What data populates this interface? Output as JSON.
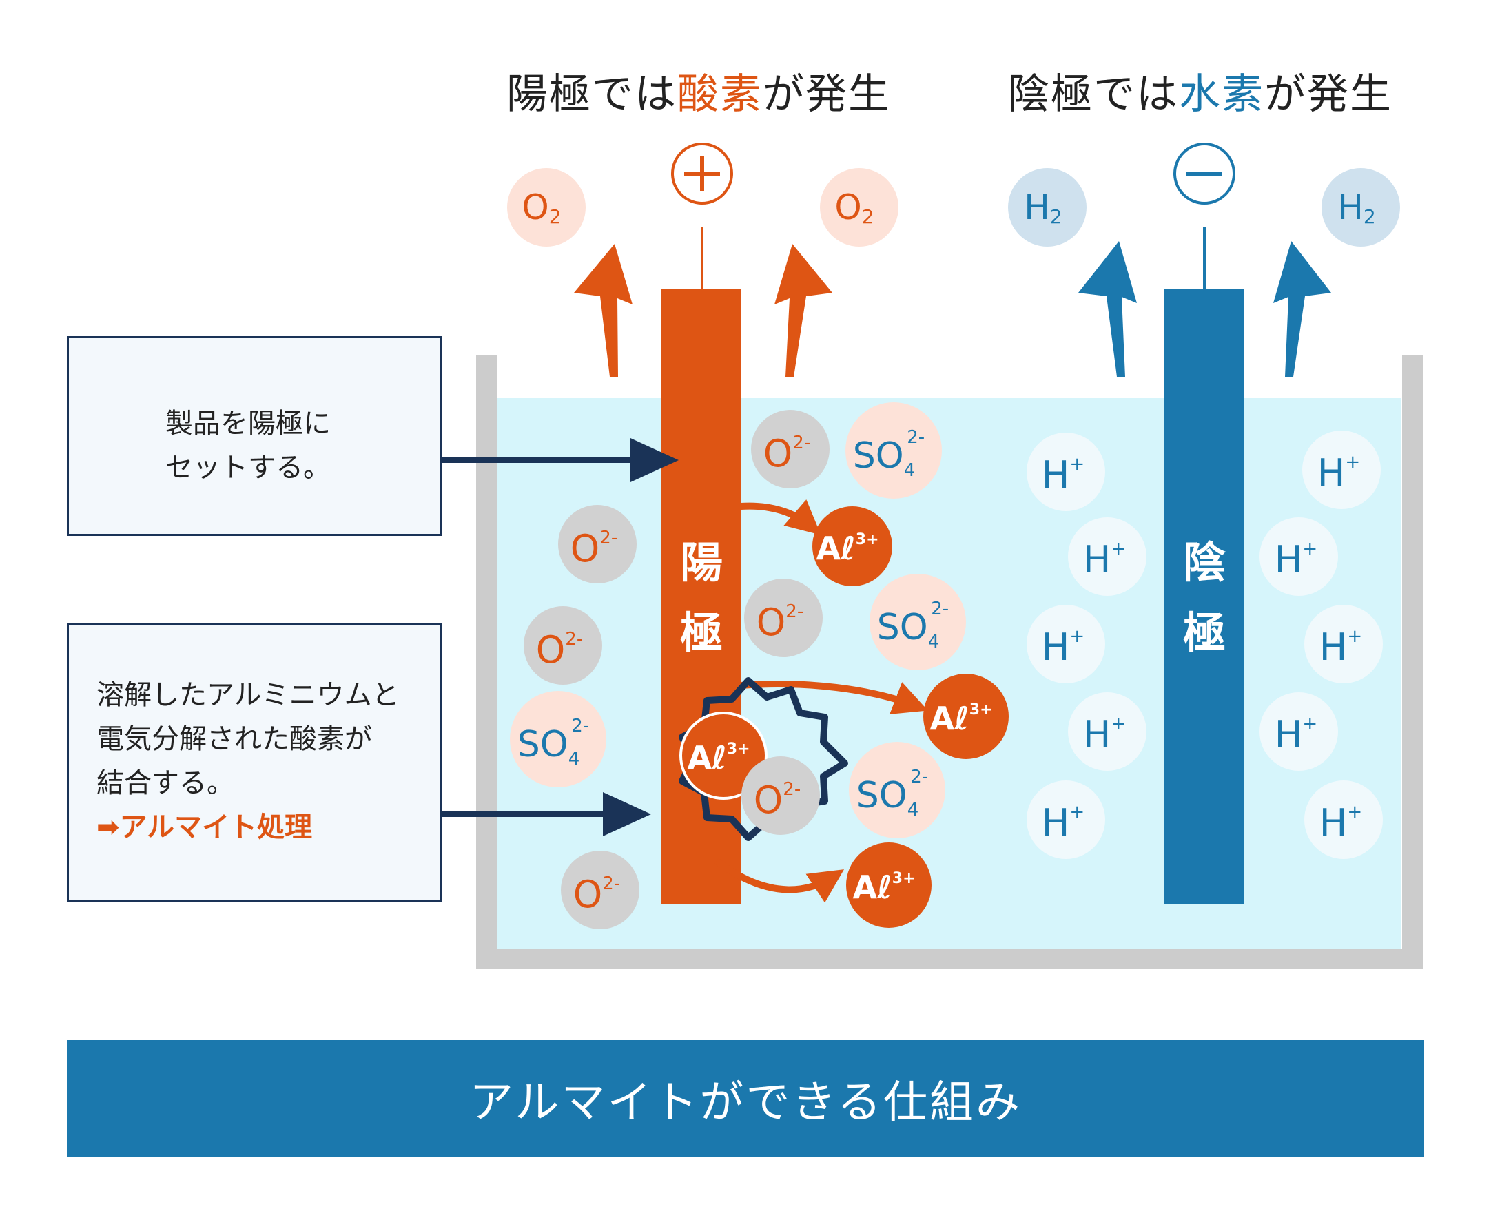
{
  "headlines": {
    "anode": {
      "prefix": "陽極では",
      "emphasis": "酸素",
      "suffix": "が発生"
    },
    "cathode": {
      "prefix": "陰極では",
      "emphasis": "水素",
      "suffix": "が発生"
    }
  },
  "electrodes": {
    "anode": {
      "sign": "+",
      "label_line1": "陽",
      "label_line2": "極"
    },
    "cathode": {
      "sign": "−",
      "label_line1": "陰",
      "label_line2": "極"
    }
  },
  "gases": {
    "oxygen": {
      "base": "O",
      "sub": "2"
    },
    "hydrogen": {
      "base": "H",
      "sub": "2"
    }
  },
  "ions": {
    "oxide": {
      "base": "O",
      "charge": "2-"
    },
    "sulfate": {
      "base": "SO",
      "sub": "4",
      "charge": "2-"
    },
    "aluminum": {
      "base": "Aℓ",
      "charge": "3+"
    },
    "hydrogen": {
      "base": "H",
      "charge": "+"
    }
  },
  "notes": {
    "set_product": [
      "製品を陽極に",
      "セットする。"
    ],
    "bonding": [
      "溶解したアルミニウムと",
      "電気分解された酸素が",
      "結合する。"
    ],
    "bonding_result": "➡アルマイト処理"
  },
  "footer": {
    "title": "アルマイトができる仕組み"
  },
  "colors": {
    "anode": "#de5514",
    "cathode": "#1b78ad",
    "navy": "#1a3357",
    "electrolyte": "#d6f5fb",
    "tank": "#cccccc"
  }
}
